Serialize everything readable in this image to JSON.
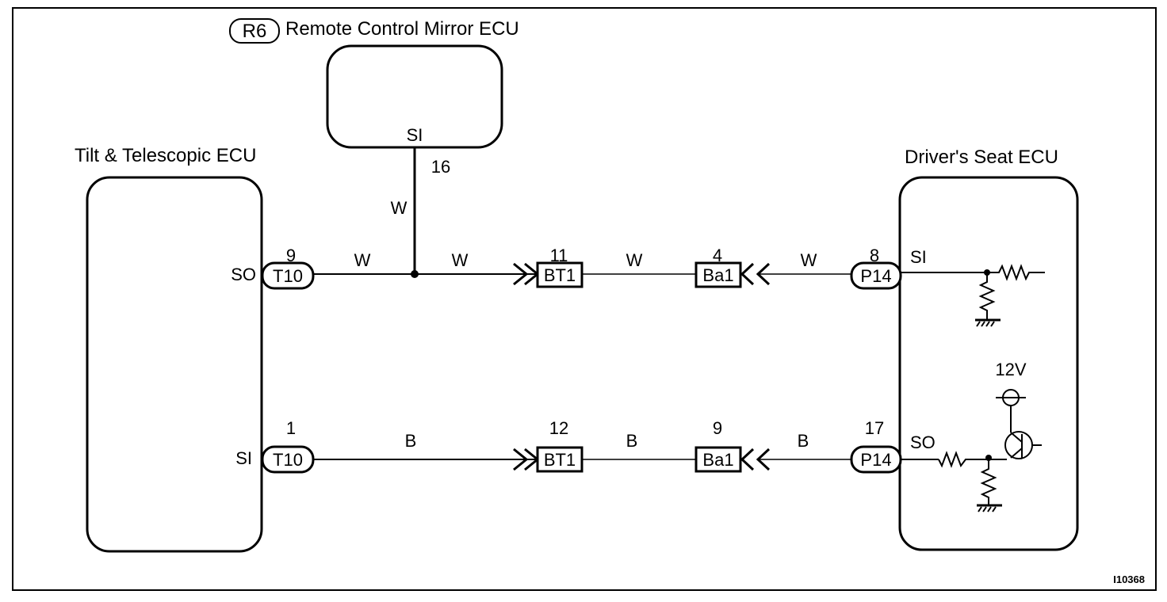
{
  "figure_id": "I10368",
  "ecus": {
    "mirror": {
      "code": "R6",
      "name": "Remote Control Mirror ECU",
      "terminal": "SI",
      "pin": "16"
    },
    "tilt": {
      "name": "Tilt & Telescopic ECU",
      "terminals": [
        "SO",
        "SI"
      ]
    },
    "seat": {
      "name": "Driver's Seat ECU",
      "terminals": [
        "SI",
        "SO"
      ],
      "supply": "12V"
    }
  },
  "circuits": [
    {
      "from_terminal": "SO",
      "t10_pin": "9",
      "t10": "T10",
      "wire1": "W",
      "branch_wire": "W",
      "wire2": "W",
      "bt1_pin": "11",
      "bt1": "BT1",
      "wire3": "W",
      "ba1_pin": "4",
      "ba1": "Ba1",
      "wire4": "W",
      "p14_pin": "8",
      "p14": "P14",
      "to_terminal": "SI"
    },
    {
      "from_terminal": "SI",
      "t10_pin": "1",
      "t10": "T10",
      "wire1": "B",
      "bt1_pin": "12",
      "bt1": "BT1",
      "wire3": "B",
      "ba1_pin": "9",
      "ba1": "Ba1",
      "wire4": "B",
      "p14_pin": "17",
      "p14": "P14",
      "to_terminal": "SO"
    }
  ]
}
